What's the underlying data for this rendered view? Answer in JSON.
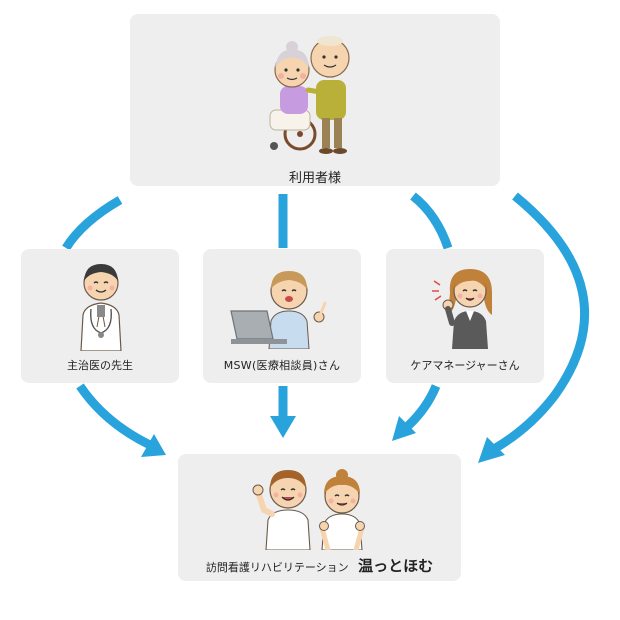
{
  "nodes": {
    "user": {
      "label": "利用者様"
    },
    "doctor": {
      "label": "主治医の先生"
    },
    "msw": {
      "label": "MSW(医療相談員)さん"
    },
    "care": {
      "label": "ケアマネージャーさん"
    },
    "home": {
      "label": "訪問看護リハビリテーション",
      "brand": "温っとほむ"
    }
  },
  "edges": [
    {
      "from": "user",
      "to": "doctor"
    },
    {
      "from": "user",
      "to": "msw"
    },
    {
      "from": "user",
      "to": "care"
    },
    {
      "from": "user",
      "to": "home"
    },
    {
      "from": "doctor",
      "to": "home"
    },
    {
      "from": "msw",
      "to": "home"
    },
    {
      "from": "care",
      "to": "home"
    }
  ],
  "colors": {
    "arrow": "#29a3dc",
    "box": "#eeeeee",
    "text": "#222222"
  },
  "icons": {
    "user": "elderly-couple-wheelchair-icon",
    "doctor": "doctor-icon",
    "msw": "counselor-laptop-icon",
    "care": "care-manager-icon",
    "home": "nurse-therapist-icon"
  }
}
